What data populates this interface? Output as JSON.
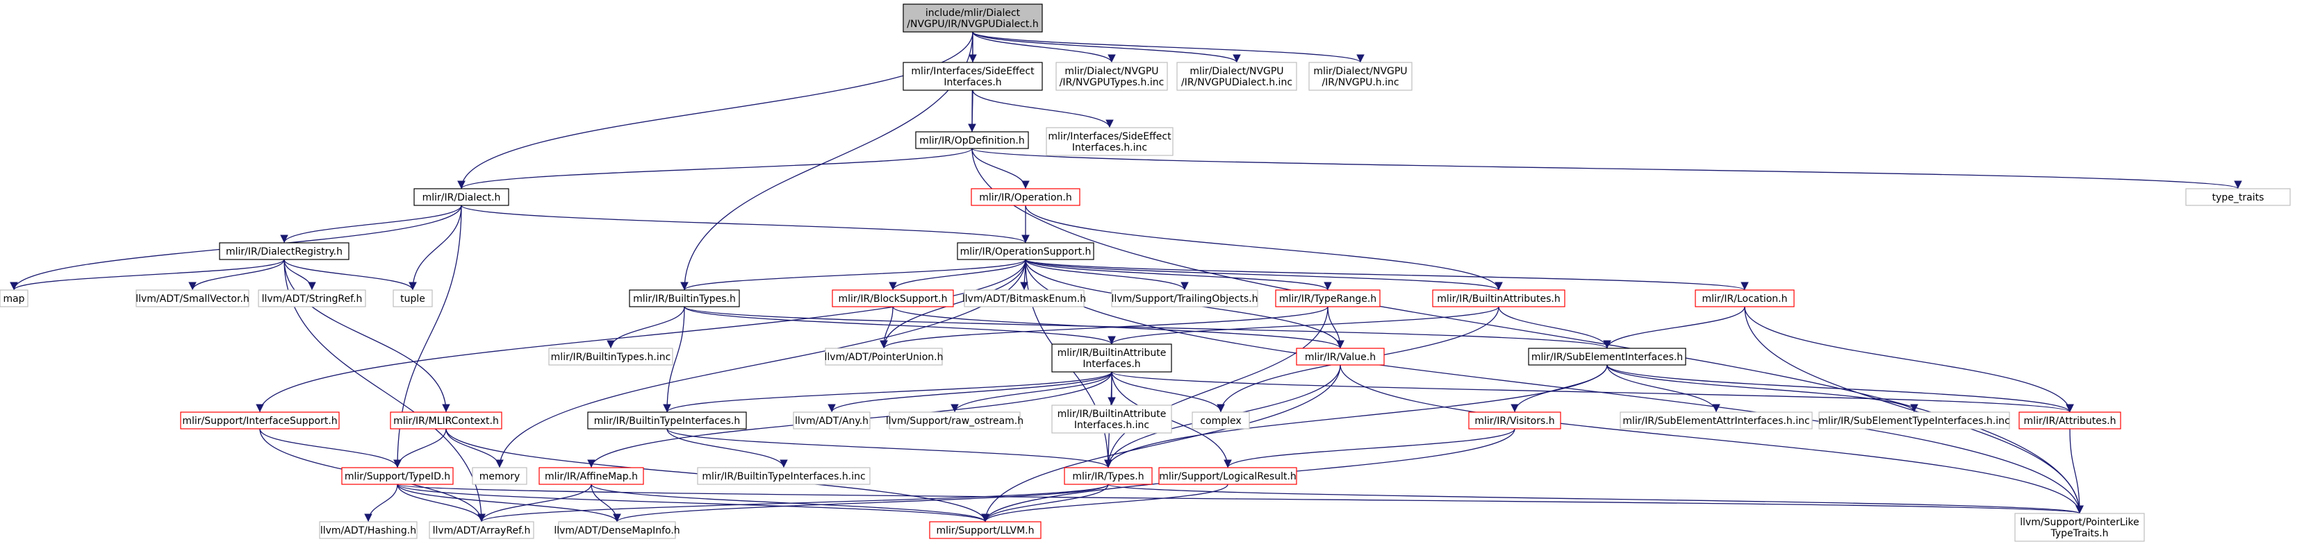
{
  "nodes": [
    {
      "id": "root",
      "lines": [
        "include/mlir/Dialect",
        "/NVGPU/IR/NVGPUDialect.h"
      ],
      "style": "root"
    },
    {
      "id": "side_h",
      "lines": [
        "mlir/Interfaces/SideEffect",
        "Interfaces.h"
      ],
      "style": "normal"
    },
    {
      "id": "nvgputypes_inc",
      "lines": [
        "mlir/Dialect/NVGPU",
        "/IR/NVGPUTypes.h.inc"
      ],
      "style": "external"
    },
    {
      "id": "nvgpudialect_inc",
      "lines": [
        "mlir/Dialect/NVGPU",
        "/IR/NVGPUDialect.h.inc"
      ],
      "style": "external"
    },
    {
      "id": "nvgpu_inc",
      "lines": [
        "mlir/Dialect/NVGPU",
        "/IR/NVGPU.h.inc"
      ],
      "style": "external"
    },
    {
      "id": "side_inc",
      "lines": [
        "mlir/Interfaces/SideEffect",
        "Interfaces.h.inc"
      ],
      "style": "external"
    },
    {
      "id": "opdef",
      "lines": [
        "mlir/IR/OpDefinition.h"
      ],
      "style": "normal"
    },
    {
      "id": "operation",
      "lines": [
        "mlir/IR/Operation.h"
      ],
      "style": "truncated"
    },
    {
      "id": "dialect",
      "lines": [
        "mlir/IR/Dialect.h"
      ],
      "style": "normal"
    },
    {
      "id": "type_traits",
      "lines": [
        "type_traits"
      ],
      "style": "external"
    },
    {
      "id": "opsupport",
      "lines": [
        "mlir/IR/OperationSupport.h"
      ],
      "style": "normal"
    },
    {
      "id": "dialectreg",
      "lines": [
        "mlir/IR/DialectRegistry.h"
      ],
      "style": "normal"
    },
    {
      "id": "map",
      "lines": [
        "map"
      ],
      "style": "external"
    },
    {
      "id": "smallvector",
      "lines": [
        "llvm/ADT/SmallVector.h"
      ],
      "style": "external"
    },
    {
      "id": "stringref",
      "lines": [
        "llvm/ADT/StringRef.h"
      ],
      "style": "external"
    },
    {
      "id": "tuple",
      "lines": [
        "tuple"
      ],
      "style": "external"
    },
    {
      "id": "builtintypes",
      "lines": [
        "mlir/IR/BuiltinTypes.h"
      ],
      "style": "normal"
    },
    {
      "id": "blocksupport",
      "lines": [
        "mlir/IR/BlockSupport.h"
      ],
      "style": "truncated"
    },
    {
      "id": "bitmask",
      "lines": [
        "llvm/ADT/BitmaskEnum.h"
      ],
      "style": "external"
    },
    {
      "id": "trailing",
      "lines": [
        "llvm/Support/TrailingObjects.h"
      ],
      "style": "external"
    },
    {
      "id": "typerange",
      "lines": [
        "mlir/IR/TypeRange.h"
      ],
      "style": "truncated"
    },
    {
      "id": "builtinattrs",
      "lines": [
        "mlir/IR/BuiltinAttributes.h"
      ],
      "style": "truncated"
    },
    {
      "id": "location",
      "lines": [
        "mlir/IR/Location.h"
      ],
      "style": "truncated"
    },
    {
      "id": "builtintypes_inc",
      "lines": [
        "mlir/IR/BuiltinTypes.h.inc"
      ],
      "style": "external"
    },
    {
      "id": "pointerunion",
      "lines": [
        "llvm/ADT/PointerUnion.h"
      ],
      "style": "external"
    },
    {
      "id": "builtinattrif",
      "lines": [
        "mlir/IR/BuiltinAttribute",
        "Interfaces.h"
      ],
      "style": "normal"
    },
    {
      "id": "value",
      "lines": [
        "mlir/IR/Value.h"
      ],
      "style": "truncated"
    },
    {
      "id": "subelemif",
      "lines": [
        "mlir/IR/SubElementInterfaces.h"
      ],
      "style": "normal"
    },
    {
      "id": "interfacesupport",
      "lines": [
        "mlir/Support/InterfaceSupport.h"
      ],
      "style": "truncated"
    },
    {
      "id": "mlircontext",
      "lines": [
        "mlir/IR/MLIRContext.h"
      ],
      "style": "truncated"
    },
    {
      "id": "builtintypeif",
      "lines": [
        "mlir/IR/BuiltinTypeInterfaces.h"
      ],
      "style": "normal"
    },
    {
      "id": "any",
      "lines": [
        "llvm/ADT/Any.h"
      ],
      "style": "external"
    },
    {
      "id": "rawostream",
      "lines": [
        "llvm/Support/raw_ostream.h"
      ],
      "style": "external"
    },
    {
      "id": "builtinattrif_inc",
      "lines": [
        "mlir/IR/BuiltinAttribute",
        "Interfaces.h.inc"
      ],
      "style": "external"
    },
    {
      "id": "complex",
      "lines": [
        "complex"
      ],
      "style": "external"
    },
    {
      "id": "visitors",
      "lines": [
        "mlir/IR/Visitors.h"
      ],
      "style": "truncated"
    },
    {
      "id": "subattr_inc",
      "lines": [
        "mlir/IR/SubElementAttrInterfaces.h.inc"
      ],
      "style": "external"
    },
    {
      "id": "subtype_inc",
      "lines": [
        "mlir/IR/SubElementTypeInterfaces.h.inc"
      ],
      "style": "external"
    },
    {
      "id": "attributes",
      "lines": [
        "mlir/IR/Attributes.h"
      ],
      "style": "truncated"
    },
    {
      "id": "memory",
      "lines": [
        "memory"
      ],
      "style": "external"
    },
    {
      "id": "typeid",
      "lines": [
        "mlir/Support/TypeID.h"
      ],
      "style": "truncated"
    },
    {
      "id": "affinemap",
      "lines": [
        "mlir/IR/AffineMap.h"
      ],
      "style": "truncated"
    },
    {
      "id": "builtintypeif_inc",
      "lines": [
        "mlir/IR/BuiltinTypeInterfaces.h.inc"
      ],
      "style": "external"
    },
    {
      "id": "types",
      "lines": [
        "mlir/IR/Types.h"
      ],
      "style": "truncated"
    },
    {
      "id": "logicalresult",
      "lines": [
        "mlir/Support/LogicalResult.h"
      ],
      "style": "truncated"
    },
    {
      "id": "hashing",
      "lines": [
        "llvm/ADT/Hashing.h"
      ],
      "style": "external"
    },
    {
      "id": "arrayref",
      "lines": [
        "llvm/ADT/ArrayRef.h"
      ],
      "style": "external"
    },
    {
      "id": "densemapinfo",
      "lines": [
        "llvm/ADT/DenseMapInfo.h"
      ],
      "style": "external"
    },
    {
      "id": "llvm",
      "lines": [
        "mlir/Support/LLVM.h"
      ],
      "style": "truncated"
    },
    {
      "id": "pointerlike",
      "lines": [
        "llvm/Support/PointerLike",
        "TypeTraits.h"
      ],
      "style": "external"
    }
  ],
  "edges": [
    [
      "root",
      "side_h"
    ],
    [
      "root",
      "nvgputypes_inc"
    ],
    [
      "root",
      "nvgpudialect_inc"
    ],
    [
      "root",
      "nvgpu_inc"
    ],
    [
      "root",
      "opdef"
    ],
    [
      "root",
      "dialect"
    ],
    [
      "root",
      "builtintypes"
    ],
    [
      "side_h",
      "opdef"
    ],
    [
      "side_h",
      "side_inc"
    ],
    [
      "opdef",
      "dialect"
    ],
    [
      "opdef",
      "operation"
    ],
    [
      "opdef",
      "type_traits"
    ],
    [
      "opdef",
      "pointerlike"
    ],
    [
      "operation",
      "opsupport"
    ],
    [
      "operation",
      "builtinattrs"
    ],
    [
      "dialect",
      "opsupport"
    ],
    [
      "dialect",
      "dialectreg"
    ],
    [
      "dialect",
      "map"
    ],
    [
      "dialect",
      "tuple"
    ],
    [
      "dialect",
      "typeid"
    ],
    [
      "dialectreg",
      "map"
    ],
    [
      "dialectreg",
      "smallvector"
    ],
    [
      "dialectreg",
      "stringref"
    ],
    [
      "dialectreg",
      "tuple"
    ],
    [
      "dialectreg",
      "mlircontext"
    ],
    [
      "dialectreg",
      "arrayref"
    ],
    [
      "opsupport",
      "builtintypes"
    ],
    [
      "opsupport",
      "blocksupport"
    ],
    [
      "opsupport",
      "bitmask"
    ],
    [
      "opsupport",
      "trailing"
    ],
    [
      "opsupport",
      "typerange"
    ],
    [
      "opsupport",
      "builtinattrs"
    ],
    [
      "opsupport",
      "location"
    ],
    [
      "opsupport",
      "pointerunion"
    ],
    [
      "opsupport",
      "interfacesupport"
    ],
    [
      "opsupport",
      "memory"
    ],
    [
      "opsupport",
      "value"
    ],
    [
      "opsupport",
      "types"
    ],
    [
      "opsupport",
      "pointerlike"
    ],
    [
      "builtintypes",
      "builtintypes_inc"
    ],
    [
      "builtintypes",
      "builtintypeif"
    ],
    [
      "builtintypes",
      "builtinattrif"
    ],
    [
      "builtintypes",
      "subelemif"
    ],
    [
      "blocksupport",
      "pointerunion"
    ],
    [
      "blocksupport",
      "value"
    ],
    [
      "typerange",
      "value"
    ],
    [
      "typerange",
      "types"
    ],
    [
      "typerange",
      "pointerunion"
    ],
    [
      "builtinattrs",
      "builtinattrif"
    ],
    [
      "builtinattrs",
      "subelemif"
    ],
    [
      "builtinattrs",
      "complex"
    ],
    [
      "location",
      "subelemif"
    ],
    [
      "location",
      "attributes"
    ],
    [
      "location",
      "pointerlike"
    ],
    [
      "builtinattrif",
      "builtintypeif"
    ],
    [
      "builtinattrif",
      "affinemap"
    ],
    [
      "builtinattrif",
      "any"
    ],
    [
      "builtinattrif",
      "rawostream"
    ],
    [
      "builtinattrif",
      "builtinattrif_inc"
    ],
    [
      "builtinattrif",
      "complex"
    ],
    [
      "builtinattrif",
      "types"
    ],
    [
      "builtinattrif",
      "logicalresult"
    ],
    [
      "builtinattrif",
      "attributes"
    ],
    [
      "value",
      "types"
    ],
    [
      "value",
      "llvm"
    ],
    [
      "value",
      "pointerlike"
    ],
    [
      "subelemif",
      "visitors"
    ],
    [
      "subelemif",
      "subattr_inc"
    ],
    [
      "subelemif",
      "subtype_inc"
    ],
    [
      "subelemif",
      "attributes"
    ],
    [
      "subelemif",
      "types"
    ],
    [
      "interfacesupport",
      "typeid"
    ],
    [
      "interfacesupport",
      "arrayref"
    ],
    [
      "mlircontext",
      "typeid"
    ],
    [
      "mlircontext",
      "memory"
    ],
    [
      "mlircontext",
      "llvm"
    ],
    [
      "builtintypeif",
      "builtintypeif_inc"
    ],
    [
      "builtintypeif",
      "types"
    ],
    [
      "visitors",
      "logicalresult"
    ],
    [
      "visitors",
      "llvm"
    ],
    [
      "attributes",
      "pointerlike"
    ],
    [
      "typeid",
      "hashing"
    ],
    [
      "typeid",
      "arrayref"
    ],
    [
      "typeid",
      "densemapinfo"
    ],
    [
      "typeid",
      "llvm"
    ],
    [
      "typeid",
      "pointerlike"
    ],
    [
      "affinemap",
      "arrayref"
    ],
    [
      "affinemap",
      "densemapinfo"
    ],
    [
      "affinemap",
      "llvm"
    ],
    [
      "types",
      "densemapinfo"
    ],
    [
      "types",
      "arrayref"
    ],
    [
      "types",
      "llvm"
    ],
    [
      "types",
      "pointerlike"
    ],
    [
      "logicalresult",
      "llvm"
    ]
  ],
  "colors": {
    "root_fill": "#bfbfbf",
    "normal_border": "#000000",
    "truncated_border": "#ff0000",
    "external_border": "#bfbfbf",
    "text": "#000000",
    "edge": "#191970"
  }
}
